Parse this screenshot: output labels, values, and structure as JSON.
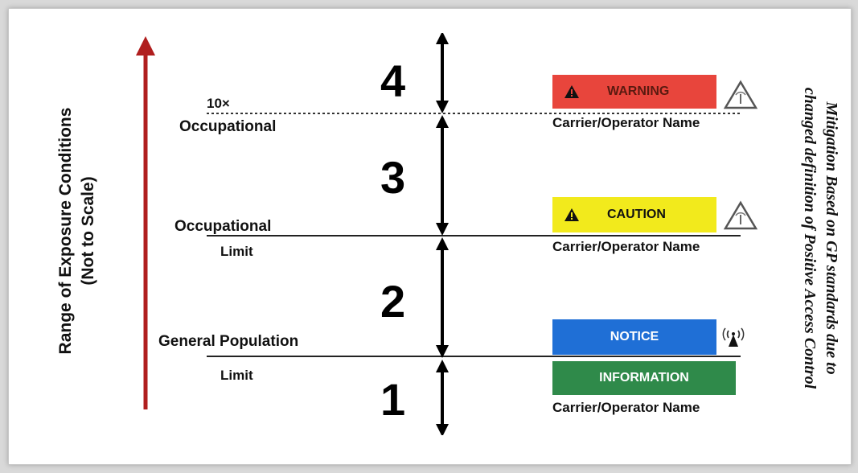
{
  "left_axis": {
    "line1": "Range of Exposure Conditions",
    "line2": "(Not to Scale)",
    "arrow_color": "#b01e1e"
  },
  "right_axis": {
    "line1": "Mitigation Based on GP standards due to",
    "line2": "changed definition of Positive Access Control"
  },
  "thresholds": {
    "ten_x_multiplier": "10×",
    "ten_x_label": "Occupational",
    "occupational_line1": "Occupational",
    "occupational_line2": "Limit",
    "general_line1": "General Population",
    "general_line2": "Limit"
  },
  "zones": [
    "4",
    "3",
    "2",
    "1"
  ],
  "signs": {
    "warning": {
      "label": "WARNING",
      "color": "#e8453c",
      "operator": "Carrier/Operator Name"
    },
    "caution": {
      "label": "CAUTION",
      "color": "#f2ea1c",
      "operator": "Carrier/Operator Name"
    },
    "notice": {
      "label": "NOTICE",
      "color": "#1f6fd6"
    },
    "information": {
      "label": "INFORMATION",
      "color": "#2f8a4a",
      "operator": "Carrier/Operator Name"
    }
  },
  "icons": {
    "warning_sign_icon": "warning-triangle-icon",
    "rf_triangle_icon": "rf-hazard-triangle-icon",
    "antenna_icon": "radio-antenna-icon"
  }
}
